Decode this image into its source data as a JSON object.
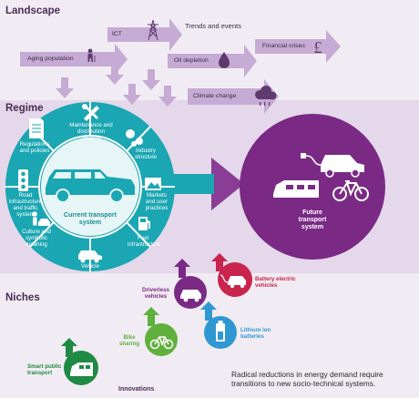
{
  "bands": {
    "landscape": "Landscape",
    "regime": "Regime",
    "niches": "Niches"
  },
  "landscape": {
    "trends_title": "Trends and events",
    "arrows": [
      {
        "label": "Aging population",
        "icon": "elderly-person-icon"
      },
      {
        "label": "ICT",
        "icon": "transmission-tower-icon"
      },
      {
        "label": "Oil depletion",
        "icon": "oil-drop-icon"
      },
      {
        "label": "Financial crises",
        "icon": "pound-sign-icon"
      },
      {
        "label": "Climate change",
        "icon": "rain-cloud-icon"
      }
    ]
  },
  "regime": {
    "current_label": "Current transport system",
    "future_label": "Future transport system",
    "segments": [
      {
        "label": "Regulations and policies",
        "icon": "document-icon"
      },
      {
        "label": "Maintenance and distribution network",
        "icon": "wrench-screwdriver-icon"
      },
      {
        "label": "Industry structure",
        "icon": "gears-icon"
      },
      {
        "label": "Markets and user practices",
        "icon": "image-icon"
      },
      {
        "label": "Fuel infrastructure",
        "icon": "fuel-pump-icon"
      },
      {
        "label": "Vehicle",
        "icon": "car-icon"
      },
      {
        "label": "Culture and symbolic meaning",
        "icon": "person-car-icon"
      },
      {
        "label": "Road infrastructure and traffic system",
        "icon": "traffic-light-icon"
      }
    ]
  },
  "niches": {
    "items": [
      {
        "label": "Driverless vehicles",
        "icon": "car-icon"
      },
      {
        "label": "Battery electric vehicles",
        "icon": "electric-car-icon"
      },
      {
        "label": "Bike sharing",
        "icon": "bicycle-icon"
      },
      {
        "label": "Lithium ion batteries",
        "icon": "battery-icon"
      },
      {
        "label": "Smart public transport",
        "icon": "train-icon"
      }
    ],
    "innovations_label": "Innovations",
    "footnote": "Radical reductions in energy demand require transitions to new socio-technical systems."
  },
  "colors": {
    "teal": "#1aa6b2",
    "purple": "#7a2a84",
    "lavender": "#c6abd4",
    "landscape_bg": "#f1ecf3",
    "regime_bg": "#e4d8ea",
    "niche_red": "#c8244d",
    "niche_green": "#5fb03c",
    "niche_blue": "#2f98d2",
    "niche_darkgreen": "#1f8a43"
  }
}
